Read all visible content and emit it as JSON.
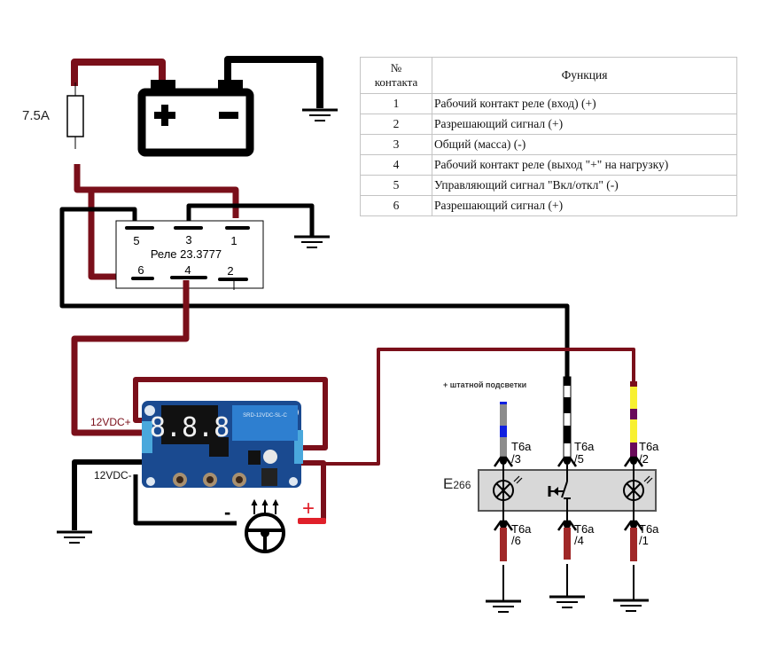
{
  "fuse": {
    "label": "7.5A"
  },
  "battery": {
    "plus_symbol": "+",
    "minus_symbol": "−"
  },
  "relay": {
    "label": "Реле 23.3777",
    "pins_top": [
      "5",
      "3",
      "1"
    ],
    "pins_bottom": [
      "6",
      "4",
      "2"
    ]
  },
  "timer_module": {
    "vcc_label": "12VDC+",
    "gnd_label": "12VDC-",
    "display": "8.8.8",
    "relay_marking": "SRD-12VDC-SL-C",
    "load_minus": "-",
    "load_plus": "+"
  },
  "heated_wheel": {
    "icon": "heated-steering-wheel-icon"
  },
  "connector": {
    "note": "+ штатной подсветки",
    "component_id": "E",
    "component_num": "266",
    "top_pins": [
      {
        "conn": "T6a",
        "pin": "/3"
      },
      {
        "conn": "T6a",
        "pin": "/5"
      },
      {
        "conn": "T6a",
        "pin": "/2"
      }
    ],
    "bottom_pins": [
      {
        "conn": "T6a",
        "pin": "/6"
      },
      {
        "conn": "T6a",
        "pin": "/4"
      },
      {
        "conn": "T6a",
        "pin": "/1"
      }
    ]
  },
  "colors": {
    "power_wire": "#7a0f1a",
    "ground_wire": "#000000",
    "load_plus": "#e0202a",
    "wire_gray": "#8c8c8c",
    "wire_blue": "#1020e0",
    "wire_yellow": "#f8f030",
    "wire_violet": "#6a0a5a",
    "wire_brown": "#a02828",
    "component_fill": "#d8d8d8"
  },
  "pin_table": {
    "headers": {
      "num_line1": "№",
      "num_line2": "контакта",
      "function": "Функция"
    },
    "rows": [
      {
        "num": "1",
        "function": "Рабочий контакт реле (вход) (+)"
      },
      {
        "num": "2",
        "function": "Разрешающий сигнал (+)"
      },
      {
        "num": "3",
        "function": "Общий (масса) (-)"
      },
      {
        "num": "4",
        "function": "Рабочий контакт реле (выход \"+\" на нагрузку)"
      },
      {
        "num": "5",
        "function": "Управляющий сигнал \"Вкл/откл\" (-)"
      },
      {
        "num": "6",
        "function": "Разрешающий сигнал (+)"
      }
    ]
  }
}
